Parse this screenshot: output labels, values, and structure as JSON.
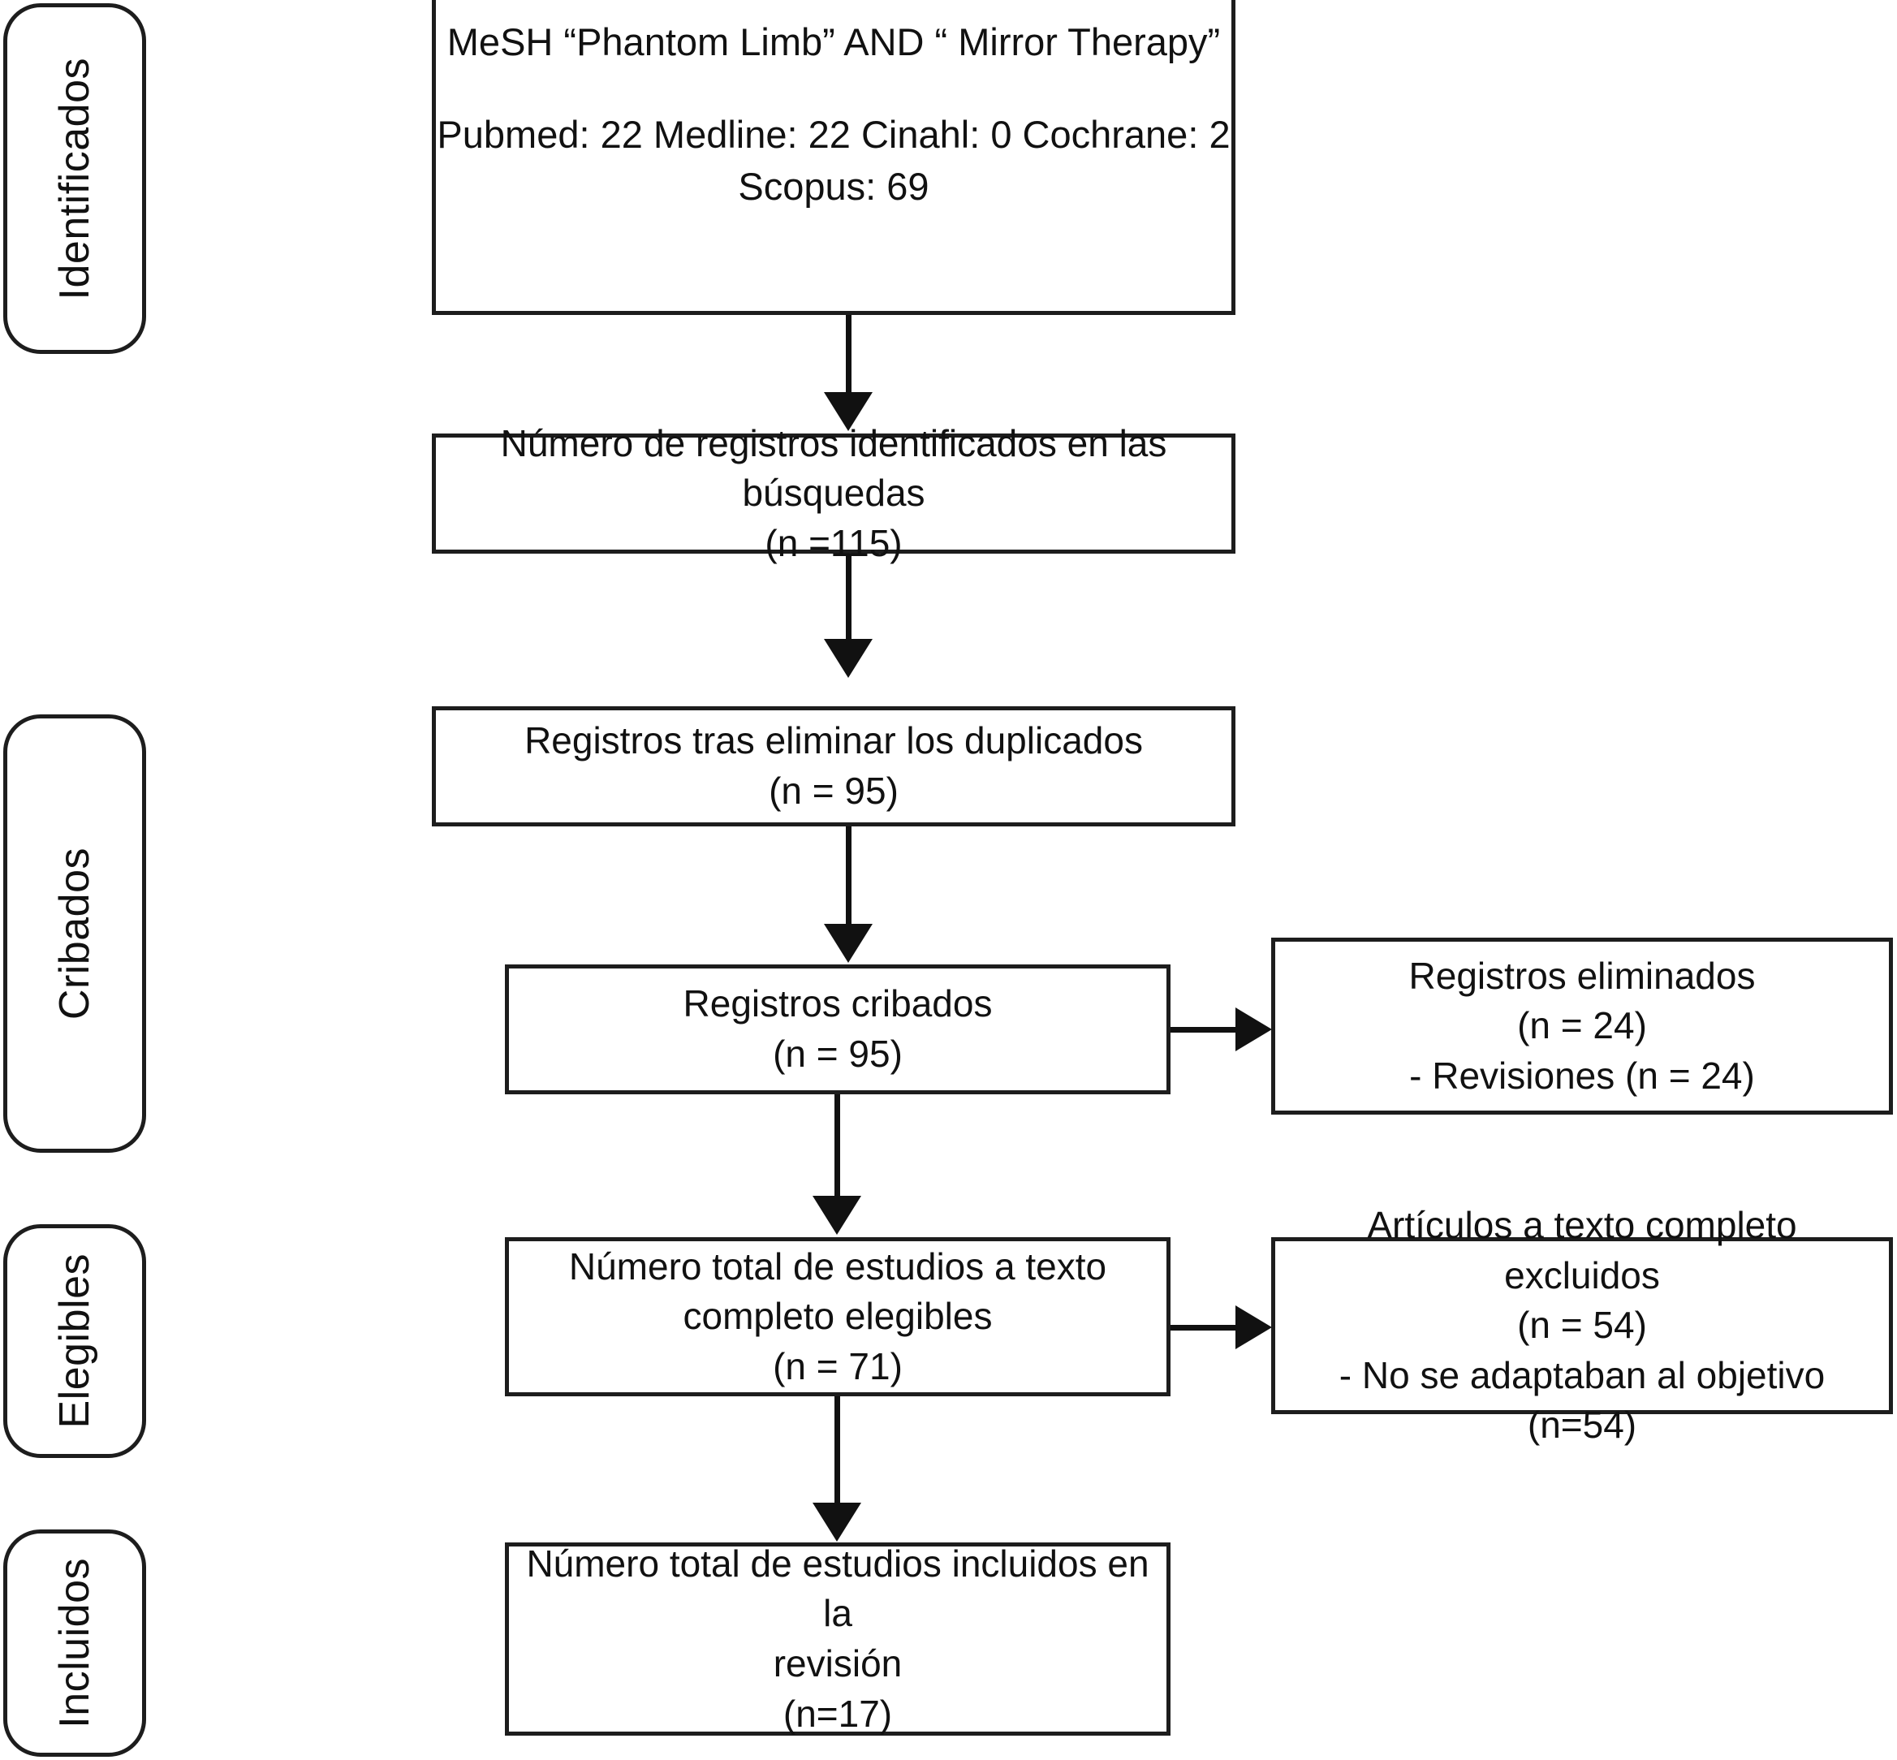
{
  "diagram": {
    "type": "prisma-flow-diagram",
    "title": "PRISMA flow diagram",
    "language": "es"
  },
  "stages": [
    {
      "label": "Identificados"
    },
    {
      "label": "Cribados"
    },
    {
      "label": "Elegibles"
    },
    {
      "label": "Incluidos"
    }
  ],
  "boxes": {
    "search": {
      "title": "MeSH “Phantom Limb” AND “ Mirror Therapy”",
      "sources": "Pubmed: 22\nMedline: 22\nCinahl: 0\nCochrane: 2\nScopus: 69",
      "source_list": [
        {
          "name": "Pubmed",
          "count": "22"
        },
        {
          "name": "Medline",
          "count": "22"
        },
        {
          "name": "Cinahl",
          "count": "0"
        },
        {
          "name": "Cochrane",
          "count": "2"
        },
        {
          "name": "Scopus",
          "count": "69"
        }
      ]
    },
    "identified": {
      "text": "Número de registros identificados en las búsquedas\n(n =115)"
    },
    "deduplicated": {
      "text": "Registros tras eliminar los duplicados\n(n = 95)"
    },
    "screened": {
      "text": "Registros cribados\n(n = 95)"
    },
    "screened_excluded": {
      "text": "Registros eliminados\n(n = 24)\n- Revisiones (n = 24)"
    },
    "eligible": {
      "text": "Número total de estudios a texto\ncompleto elegibles\n(n  = 71)"
    },
    "fulltext_excluded": {
      "text": "Artículos a texto completo excluidos\n(n = 54)\n- No se adaptaban al objetivo (n=54)"
    },
    "included": {
      "text": "Número total de estudios incluidos en la\nrevisión\n(n=17)"
    }
  },
  "chart_data": {
    "type": "diagram",
    "title": "PRISMA flow diagram — Phantom Limb AND Mirror Therapy",
    "nodes": [
      {
        "id": "search",
        "stage": "Identificados",
        "label": "MeSH “Phantom Limb” AND “ Mirror Therapy”",
        "values": {
          "Pubmed": 22,
          "Medline": 22,
          "Cinahl": 0,
          "Cochrane": 2,
          "Scopus": 69
        }
      },
      {
        "id": "identified",
        "stage": "Identificados",
        "label": "Número de registros identificados en las búsquedas",
        "n": 115
      },
      {
        "id": "deduplicated",
        "stage": "Cribados",
        "label": "Registros tras eliminar los duplicados",
        "n": 95
      },
      {
        "id": "screened",
        "stage": "Cribados",
        "label": "Registros cribados",
        "n": 95
      },
      {
        "id": "screened_excluded",
        "stage": "Cribados",
        "label": "Registros eliminados",
        "n": 24,
        "reasons": [
          {
            "label": "Revisiones",
            "n": 24
          }
        ]
      },
      {
        "id": "eligible",
        "stage": "Elegibles",
        "label": "Número total de estudios a texto completo elegibles",
        "n": 71
      },
      {
        "id": "fulltext_excluded",
        "stage": "Elegibles",
        "label": "Artículos a texto completo excluidos",
        "n": 54,
        "reasons": [
          {
            "label": "No se adaptaban al objetivo",
            "n": 54
          }
        ]
      },
      {
        "id": "included",
        "stage": "Incluidos",
        "label": "Número total de estudios incluidos en la revisión",
        "n": 17
      }
    ],
    "edges": [
      {
        "from": "search",
        "to": "identified",
        "direction": "down"
      },
      {
        "from": "identified",
        "to": "deduplicated",
        "direction": "down"
      },
      {
        "from": "deduplicated",
        "to": "screened",
        "direction": "down"
      },
      {
        "from": "screened",
        "to": "screened_excluded",
        "direction": "right"
      },
      {
        "from": "screened",
        "to": "eligible",
        "direction": "down"
      },
      {
        "from": "eligible",
        "to": "fulltext_excluded",
        "direction": "right"
      },
      {
        "from": "eligible",
        "to": "included",
        "direction": "down"
      }
    ],
    "colors": {
      "stroke": "#111111",
      "background": "#ffffff",
      "text": "#111111"
    }
  }
}
